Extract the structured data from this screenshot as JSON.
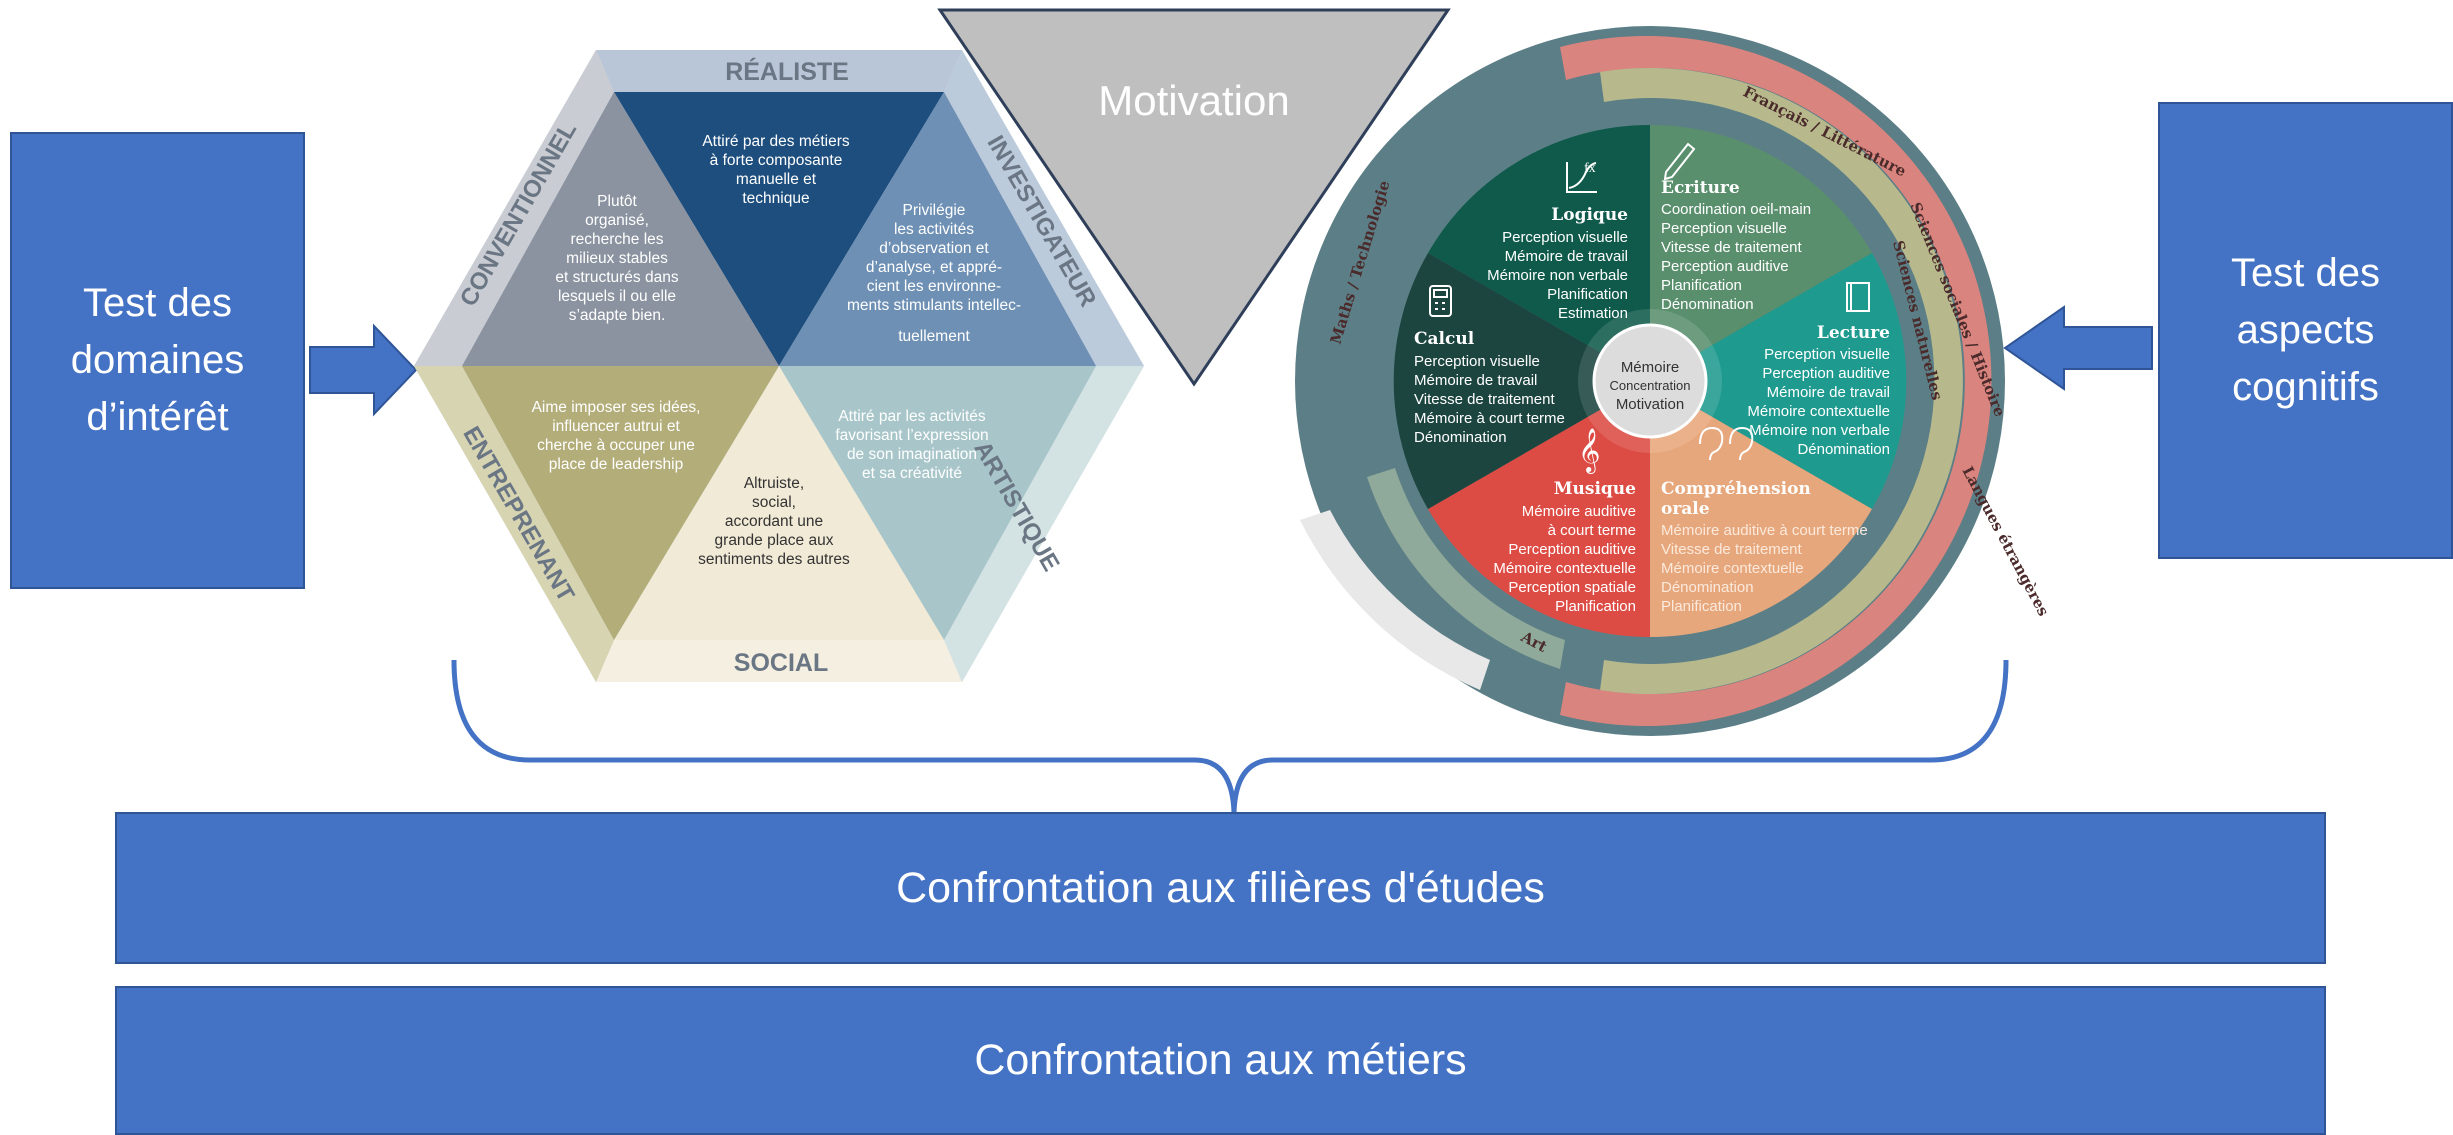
{
  "left_box": {
    "text": "Test des\ndomaines\nd’intérêt"
  },
  "right_box": {
    "text": "Test des\naspects\ncognitifs"
  },
  "motivation": {
    "label": "Motivation"
  },
  "bars": {
    "filieres": "Confrontation aux filières d'études",
    "metiers": "Confrontation aux métiers"
  },
  "hexagon": {
    "types": {
      "realiste": "RÉALISTE",
      "investigateur": "INVESTIGATEUR",
      "artistique": "ARTISTIQUE",
      "social": "SOCIAL",
      "entreprenant": "ENTREPRENANT",
      "conventionnel": "CONVENTIONNEL"
    },
    "descriptions": {
      "realiste": [
        "Attiré par des métiers",
        "à forte composante",
        "manuelle et",
        "technique"
      ],
      "investigateur": [
        "Privilégie",
        "les activités",
        "d’observation et",
        "d’analyse, et appré-",
        "cient les environne-",
        "ments stimulants intellec-",
        "tuellement"
      ],
      "artistique": [
        "Attiré par les activités",
        "favorisant l’expression",
        "de son imagination",
        "et sa créativité"
      ],
      "social": [
        "Altruiste,",
        "social,",
        "accordant une",
        "grande place aux",
        "sentiments des autres"
      ],
      "entreprenant": [
        "Aime imposer ses idées,",
        "influencer autrui et",
        "cherche à occuper une",
        "place de leadership"
      ],
      "conventionnel": [
        "Plutôt",
        "organisé,",
        "recherche les",
        "milieux stables",
        "et structurés dans",
        "lesquels il ou elle",
        "s’adapte bien."
      ]
    },
    "colors": {
      "realiste": "#1d4e7e",
      "investigateur": "#6e90b4",
      "artistique": "#a8c6c9",
      "social": "#f1ead6",
      "entreprenant": "#b3ad7a",
      "conventionnel": "#8b93a0"
    }
  },
  "wheel": {
    "center": {
      "line1": "Mémoire",
      "line2": "Concentration",
      "line3": "Motivation"
    },
    "sectors": {
      "logique": {
        "title": "Logique",
        "items": [
          "Perception visuelle",
          "Mémoire de travail",
          "Mémoire non verbale",
          "Planification",
          "Estimation"
        ]
      },
      "ecriture": {
        "title": "Écriture",
        "items": [
          "Coordination oeil-main",
          "Perception visuelle",
          "Vitesse de traitement",
          "Perception auditive",
          "Planification",
          "Dénomination"
        ]
      },
      "lecture": {
        "title": "Lecture",
        "items": [
          "Perception visuelle",
          "Perception auditive",
          "Mémoire de travail",
          "Mémoire contextuelle",
          "Mémoire non verbale",
          "Dénomination"
        ]
      },
      "comprehension": {
        "title_line1": "Compréhension",
        "title_line2": "orale",
        "items": [
          "Mémoire auditive à court terme",
          "Vitesse de traitement",
          "Mémoire contextuelle",
          "Dénomination",
          "Planification"
        ]
      },
      "musique": {
        "title": "Musique",
        "items": [
          "Mémoire auditive",
          "à court terme",
          "Perception auditive",
          "Mémoire contextuelle",
          "Perception spatiale",
          "Planification"
        ]
      },
      "calcul": {
        "title": "Calcul",
        "items": [
          "Perception visuelle",
          "Mémoire de travail",
          "Vitesse de traitement",
          "Mémoire à court terme",
          "Dénomination"
        ]
      }
    },
    "icons": {
      "logique": "fx-graph-icon",
      "ecriture": "pencil-icon",
      "lecture": "book-icon",
      "calcul": "calculator-icon",
      "musique": "treble-clef-icon",
      "comprehension": "ear-icon"
    },
    "ring_labels": {
      "francais": "Français / Littérature",
      "sciences_sociales": "Sciences sociales / Histoire",
      "sciences_naturelles": "Sciences naturelles",
      "langues": "Langues étrangères",
      "maths": "Maths / Technologie",
      "art": "Art"
    },
    "colors": {
      "logique": "#0f5a4b",
      "ecriture": "#5a8f6e",
      "lecture": "#1f9a8f",
      "comprehension": "#e7a77c",
      "musique": "#dc4c44",
      "calcul": "#1c4540",
      "outer_ring": "#5c7e86",
      "salmon_band": "#d9847e",
      "khaki_band": "#b7b98d",
      "center": "#dcdcdc"
    }
  },
  "colors": {
    "box_fill": "#4472c4",
    "box_border": "#2f5597",
    "motivation_fill": "#bfbfbf"
  }
}
